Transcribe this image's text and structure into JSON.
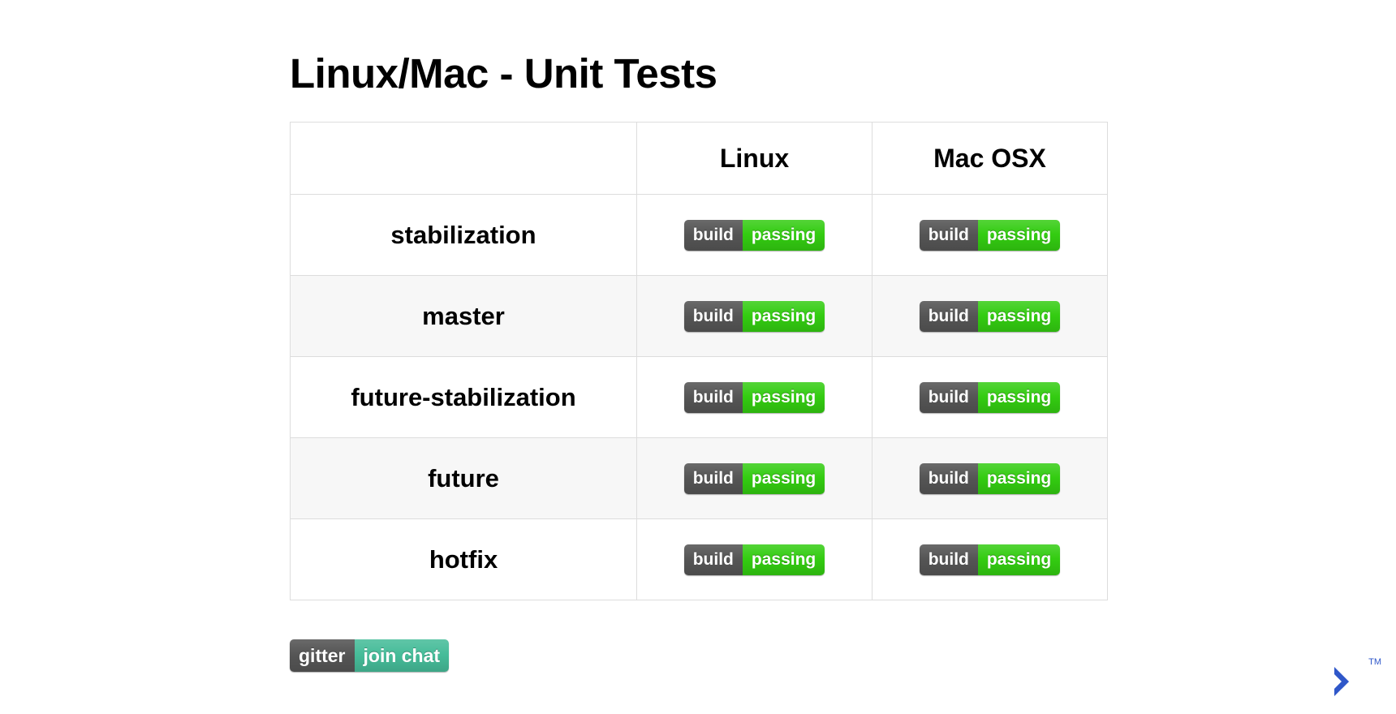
{
  "page": {
    "title": "Linux/Mac - Unit Tests",
    "background_color": "#ffffff"
  },
  "colors": {
    "badge_label_bg": "#555555",
    "badge_passing_bg": "#33cc11",
    "gitter_chat_bg": "#46bc99",
    "table_border": "#dddddd",
    "row_alt_bg": "#f7f7f7",
    "watermark_blue": "#2f57c9"
  },
  "table": {
    "headers": [
      "",
      "Linux",
      "Mac OSX"
    ],
    "rows": [
      {
        "branch": "stabilization",
        "linux": {
          "label": "build",
          "status": "passing"
        },
        "mac": {
          "label": "build",
          "status": "passing"
        }
      },
      {
        "branch": "master",
        "linux": {
          "label": "build",
          "status": "passing"
        },
        "mac": {
          "label": "build",
          "status": "passing"
        }
      },
      {
        "branch": "future-stabilization",
        "linux": {
          "label": "build",
          "status": "passing"
        },
        "mac": {
          "label": "build",
          "status": "passing"
        }
      },
      {
        "branch": "future",
        "linux": {
          "label": "build",
          "status": "passing"
        },
        "mac": {
          "label": "build",
          "status": "passing"
        }
      },
      {
        "branch": "hotfix",
        "linux": {
          "label": "build",
          "status": "passing"
        },
        "mac": {
          "label": "build",
          "status": "passing"
        }
      }
    ]
  },
  "gitter_badge": {
    "label": "gitter",
    "action": "join chat"
  },
  "watermark": {
    "trademark": "TM",
    "icon": "chevron-logo-icon"
  }
}
